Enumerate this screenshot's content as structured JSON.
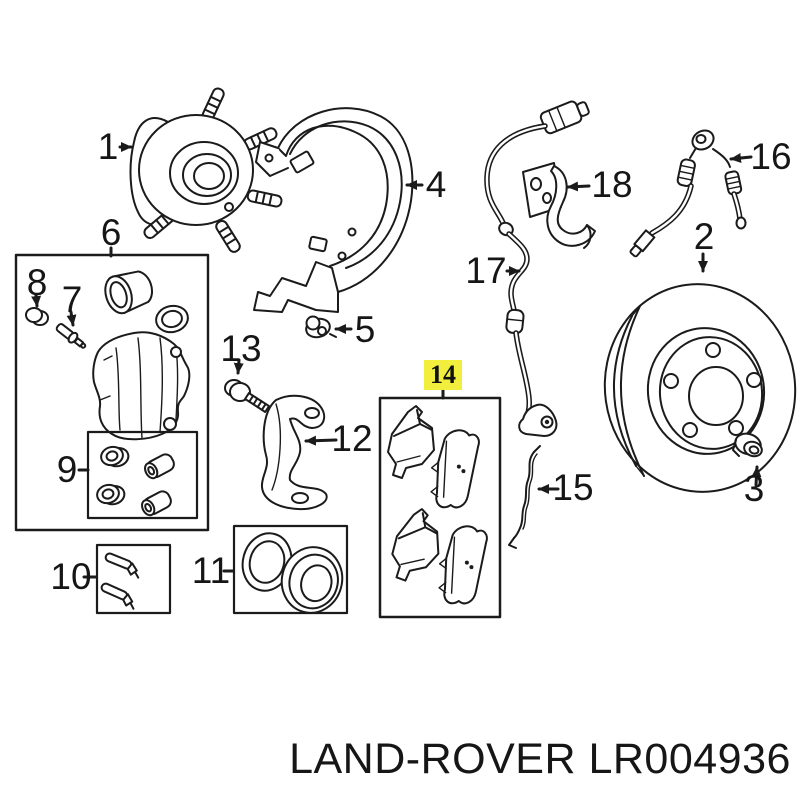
{
  "page": {
    "caption": "LAND-ROVER LR004936"
  },
  "diagram": {
    "line_color": "#1b1b1b",
    "background_color": "#ffffff",
    "highlight_color": "#f2ee3e",
    "highlighted_callout": "14",
    "callouts": [
      "1",
      "2",
      "3",
      "4",
      "5",
      "6",
      "7",
      "8",
      "9",
      "10",
      "11",
      "12",
      "13",
      "14",
      "15",
      "16",
      "17",
      "18"
    ]
  }
}
